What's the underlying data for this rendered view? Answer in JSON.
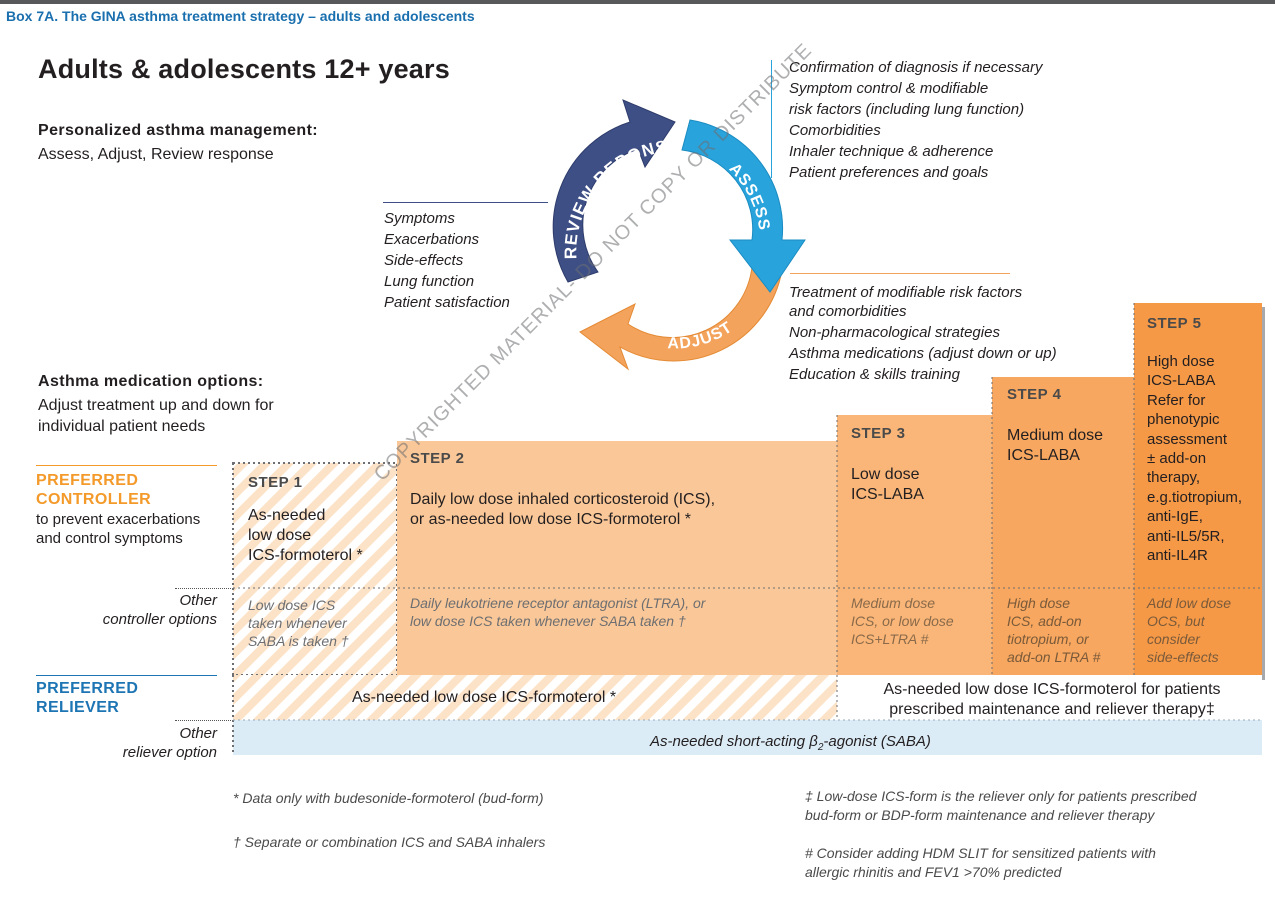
{
  "box_title": "Box 7A. The GINA asthma treatment strategy – adults and adolescents",
  "main_title": "Adults & adolescents 12+ years",
  "personalized": {
    "heading": "Personalized asthma management:",
    "sub": "Assess, Adjust, Review response"
  },
  "cycle": {
    "review": "REVIEW REPONSE",
    "assess": "ASSESS",
    "adjust": "ADJUST",
    "colors": {
      "review": "#3e4f86",
      "assess": "#29a3dc",
      "adjust": "#f3a35b"
    }
  },
  "assess_list": [
    "Confirmation of diagnosis if necessary",
    "Symptom control & modifiable\nrisk factors (including lung function)",
    "Comorbidities",
    "Inhaler technique & adherence",
    "Patient preferences and goals"
  ],
  "review_list": [
    "Symptoms",
    "Exacerbations",
    "Side-effects",
    "Lung function",
    "Patient satisfaction"
  ],
  "adjust_list": [
    "Treatment of modifiable risk factors\nand comorbidities",
    "Non-pharmacological strategies",
    "Asthma medications (adjust down or up)",
    "Education & skills training"
  ],
  "medication": {
    "heading": "Asthma medication options:",
    "sub": "Adjust treatment up and down for\nindividual patient needs"
  },
  "preferred_controller": {
    "label": "PREFERRED\nCONTROLLER",
    "sub": "to prevent exacerbations\nand control symptoms"
  },
  "other_controller_label": "Other\ncontroller options",
  "preferred_reliever": {
    "label": "PREFERRED\nRELIEVER"
  },
  "other_reliever_label": "Other\nreliever option",
  "steps": [
    {
      "title": "STEP 1",
      "preferred": "As-needed\nlow dose\nICS-formoterol *",
      "other": "Low dose ICS\ntaken whenever\nSABA is taken †"
    },
    {
      "title": "STEP 2",
      "preferred": "Daily low dose inhaled corticosteroid (ICS),\nor as-needed low dose ICS-formoterol *",
      "other": "Daily leukotriene receptor antagonist (LTRA), or\nlow dose ICS taken whenever SABA taken †"
    },
    {
      "title": "STEP 3",
      "preferred": "Low dose\nICS-LABA",
      "other": "Medium dose\nICS, or low dose\nICS+LTRA #"
    },
    {
      "title": "STEP 4",
      "preferred": "Medium dose\nICS-LABA",
      "other": "High dose\nICS, add-on\ntiotropium, or\nadd-on LTRA #"
    },
    {
      "title": "STEP 5",
      "preferred": "High dose\nICS-LABA\nRefer for\nphenotypic\nassessment\n± add-on\ntherapy,\ne.g.tiotropium,\nanti-IgE,\nanti-IL5/5R,\nanti-IL4R",
      "other": "Add low dose\nOCS, but\nconsider\nside-effects"
    }
  ],
  "reliever_steps_1_2": "As-needed low dose ICS-formoterol *",
  "reliever_steps_3_5": "As-needed low dose ICS-formoterol  for patients\nprescribed maintenance and reliever therapy‡",
  "saba_prefix": "As-needed short-acting β",
  "saba_sub": "2",
  "saba_suffix": "-agonist (SABA)",
  "footnotes_left": [
    "* Data only with budesonide-formoterol (bud-form)",
    "† Separate or combination ICS and SABA inhalers"
  ],
  "footnotes_right": [
    "‡ Low-dose ICS-form is the reliever only for patients prescribed\n    bud-form or BDP-form maintenance and reliever therapy",
    "# Consider adding HDM SLIT for sensitized patients with\n   allergic rhinitis and FEV1 >70% predicted"
  ],
  "watermark": "COPYRIGHTED MATERIAL- DO NOT COPY OR DISTRIBUTE",
  "colors": {
    "title_blue": "#1a6fae",
    "orange_label": "#f39a2a",
    "blue_label": "#1d75b4",
    "step2": "#fac898",
    "step3": "#f9b678",
    "step4": "#f7a75f",
    "step5": "#f59947",
    "saba": "#dcecf7"
  }
}
